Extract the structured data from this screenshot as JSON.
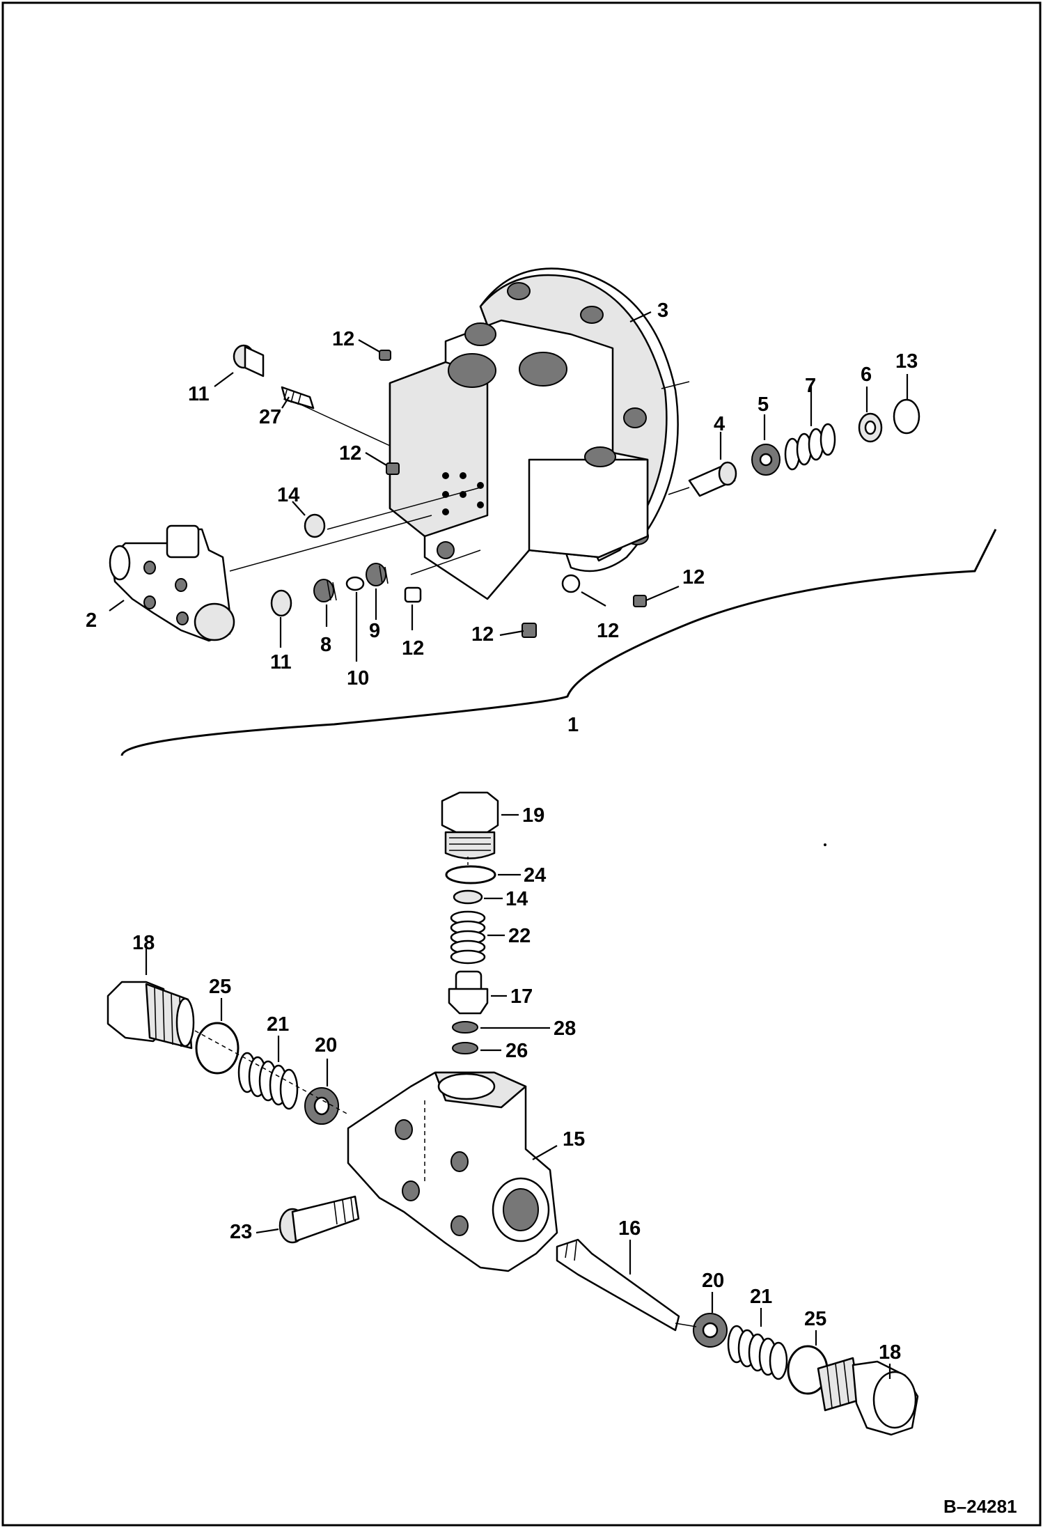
{
  "figure": {
    "drawing_number": "B–24281",
    "assembly_label": "1"
  },
  "callouts_upper": {
    "c3": "3",
    "c12a": "12",
    "c11a": "11",
    "c27": "27",
    "c12b": "12",
    "c14a": "14",
    "c13": "13",
    "c6": "6",
    "c7": "7",
    "c5": "5",
    "c4": "4",
    "c2": "2",
    "c11b": "11",
    "c8": "8",
    "c10": "10",
    "c9": "9",
    "c12c": "12",
    "c12d": "12",
    "c12e": "12",
    "c12f": "12"
  },
  "callouts_lower": {
    "c19": "19",
    "c24": "24",
    "c14": "14",
    "c22": "22",
    "c17": "17",
    "c28": "28",
    "c26": "26",
    "c18a": "18",
    "c25a": "25",
    "c21a": "21",
    "c20a": "20",
    "c15": "15",
    "c23": "23",
    "c16": "16",
    "c20b": "20",
    "c21b": "21",
    "c25b": "25",
    "c18b": "18"
  }
}
